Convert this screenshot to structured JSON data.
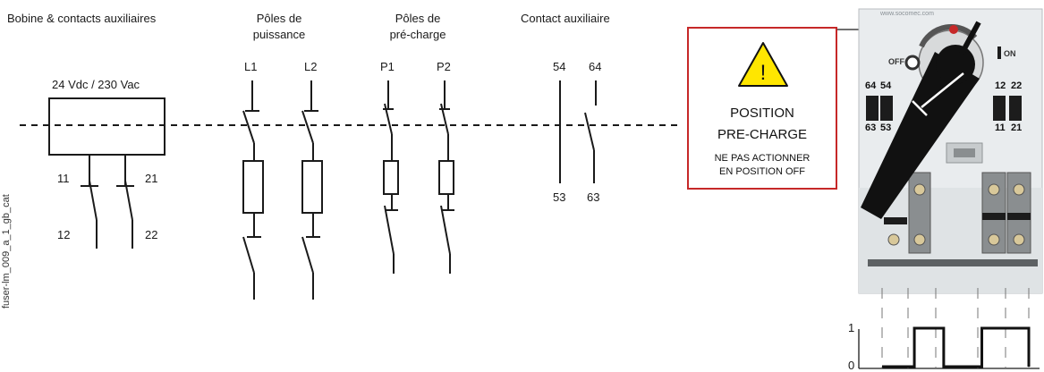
{
  "headers": {
    "coil": "Bobine & contacts auxiliaires",
    "power_line1": "Pôles de",
    "power_line2": "puissance",
    "precharge_line1": "Pôles de",
    "precharge_line2": "pré-charge",
    "aux": "Contact auxiliaire"
  },
  "coil_voltage": "24 Vdc / 230 Vac",
  "terminals": {
    "t11": "11",
    "t21": "21",
    "t12": "12",
    "t22": "22",
    "L1": "L1",
    "L2": "L2",
    "P1": "P1",
    "P2": "P2",
    "t54": "54",
    "t64": "64",
    "t53": "53",
    "t63": "63"
  },
  "side_code": "fuser-lm_009_a_1_gb_cat",
  "warning": {
    "symbol": "!",
    "title_line1": "POSITION",
    "title_line2": "PRE-CHARGE",
    "note_line1": "NE PAS ACTIONNER",
    "note_line2": "EN POSITION OFF"
  },
  "device": {
    "url": "www.socomec.com",
    "off_label": "OFF",
    "on_label": "ON",
    "left_top": [
      "64",
      "54"
    ],
    "left_bottom": [
      "63",
      "53"
    ],
    "right_top": [
      "12",
      "22"
    ],
    "right_bottom": [
      "11",
      "21"
    ]
  },
  "timing_chart": {
    "y_ticks": [
      "1",
      "0"
    ],
    "pulses": [
      {
        "from": 0.22,
        "to": 0.42
      },
      {
        "from": 0.68,
        "to": 1.0
      }
    ]
  },
  "colors": {
    "warning_border": "#c62828",
    "warning_fill": "#ffe600",
    "handle": "#111111",
    "red_dot": "#c62828"
  }
}
